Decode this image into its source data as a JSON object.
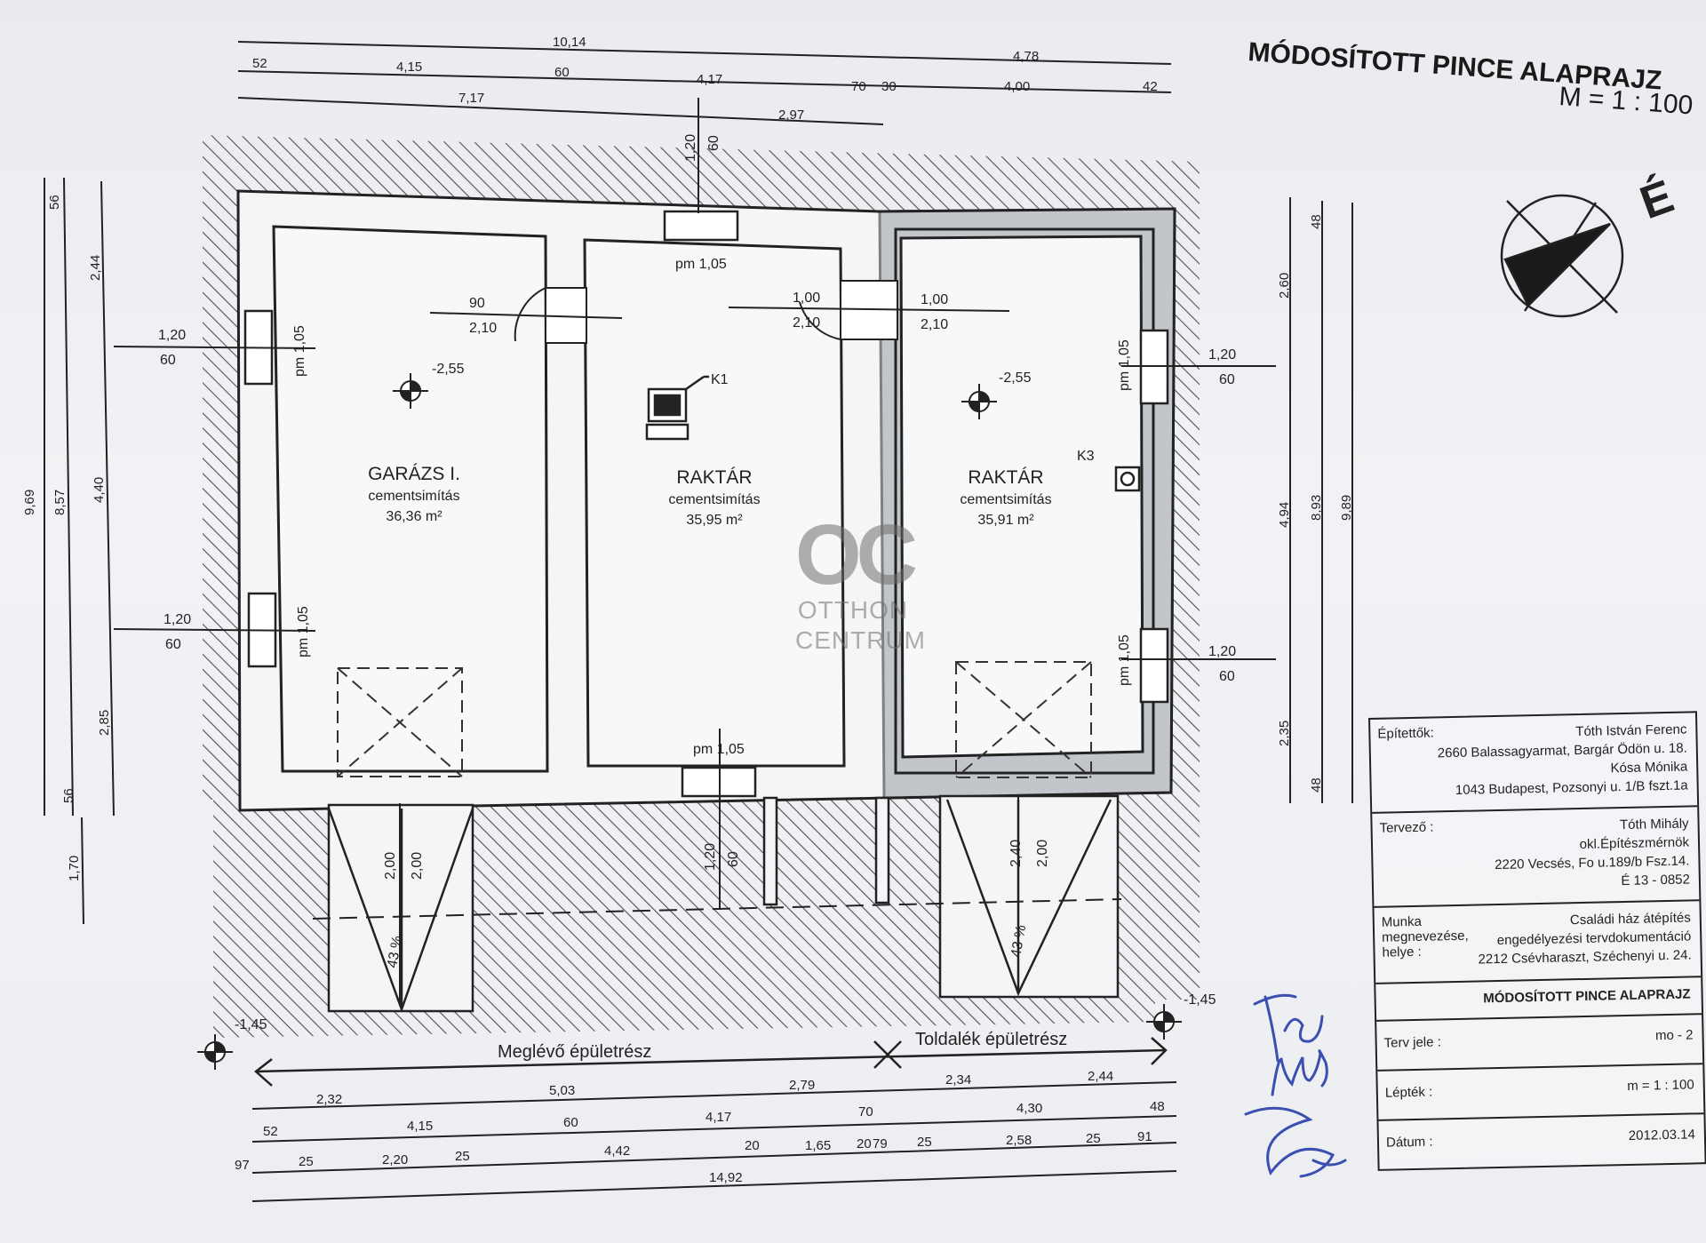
{
  "header": {
    "title": "MÓDOSÍTOTT PINCE ALAPRAJZ",
    "scale": "M = 1 : 100"
  },
  "rooms": [
    {
      "name": "GARÁZS I.",
      "finish": "cementsimítás",
      "area": "36,36 m²",
      "level": "-2,55"
    },
    {
      "name": "RAKTÁR",
      "finish": "cementsimítás",
      "area": "35,95 m²"
    },
    {
      "name": "RAKTÁR",
      "finish": "cementsimítás",
      "area": "35,91 m²",
      "level": "-2,55"
    }
  ],
  "sections": {
    "existing": "Meglévő épületrész",
    "extension": "Toldalék épületrész"
  },
  "levels": {
    "left": "-1,45",
    "right": "-1,45"
  },
  "equipment": {
    "k1": "K1",
    "k3": "K3"
  },
  "openings": {
    "door_left_w": "90",
    "door_left_h": "2,10",
    "door_mid_w": "1,00",
    "door_mid_h": "2,10",
    "door_right_w": "1,00",
    "door_right_h": "2,10",
    "pm": "pm 1,05",
    "win_w": "1,20",
    "win_h": "60"
  },
  "ramps": {
    "left_a": "2,00",
    "left_b": "2,00",
    "left_slope": "43 %",
    "right_a": "2,40",
    "right_b": "2,00",
    "right_slope": "43 %",
    "center_a": "1,20",
    "center_b": "60"
  },
  "dims_top": {
    "row1": [
      "10,14",
      "4,78"
    ],
    "row2": [
      "52",
      "4,15",
      "60",
      "4,17",
      "70",
      "30",
      "4,00",
      "42"
    ],
    "row3": [
      "7,17",
      "2,97"
    ],
    "vertical": [
      "1,20",
      "60"
    ]
  },
  "dims_bottom": {
    "row1": [
      "2,32",
      "5,03",
      "2,79",
      "2,34",
      "2,44"
    ],
    "row2": [
      "52",
      "4,15",
      "60",
      "4,17",
      "70",
      "4,30",
      "48"
    ],
    "row3": [
      "97",
      "25",
      "2,20",
      "25",
      "4,42",
      "20",
      "1,65",
      "20",
      "79",
      "25",
      "2,58",
      "25",
      "91"
    ],
    "row4": [
      "14,92"
    ]
  },
  "dims_left": [
    "9,69",
    "8,57",
    "56",
    "2,44",
    "4,40",
    "2,85",
    "56",
    "1,70"
  ],
  "dims_right": [
    "48",
    "2,60",
    "4,94",
    "8,93",
    "9,89",
    "2,35",
    "48"
  ],
  "watermark": {
    "logo": "OC",
    "line1": "OTTHON",
    "line2": "CENTRUM"
  },
  "titleblock": {
    "builders_label": "Építettők:",
    "builders": [
      "Tóth István Ferenc",
      "2660 Balassagyarmat, Bargár Ödön u. 18.",
      "Kósa Mónika",
      "1043 Budapest, Pozsonyi u. 1/B fszt.1a"
    ],
    "designer_label": "Tervező :",
    "designer": [
      "Tóth Mihály",
      "okl.Építészmérnök",
      "2220 Vecsés, Fo u.189/b Fsz.14.",
      "É 13 - 0852"
    ],
    "work_label": "Munka megnevezése, helye :",
    "work": [
      "Családi ház átépítés",
      "engedélyezési tervdokumentáció",
      "2212 Csévharaszt, Széchenyi u. 24."
    ],
    "sheet_title": "MÓDOSÍTOTT PINCE ALAPRAJZ",
    "plan_id_label": "Terv jele :",
    "plan_id": "mo - 2",
    "scale_label": "Lépték :",
    "scale": "m = 1 : 100",
    "date_label": "Dátum :",
    "date": "2012.03.14"
  },
  "colors": {
    "ink": "#222222",
    "signature": "#3a4fb0",
    "hatch": "#333333"
  }
}
